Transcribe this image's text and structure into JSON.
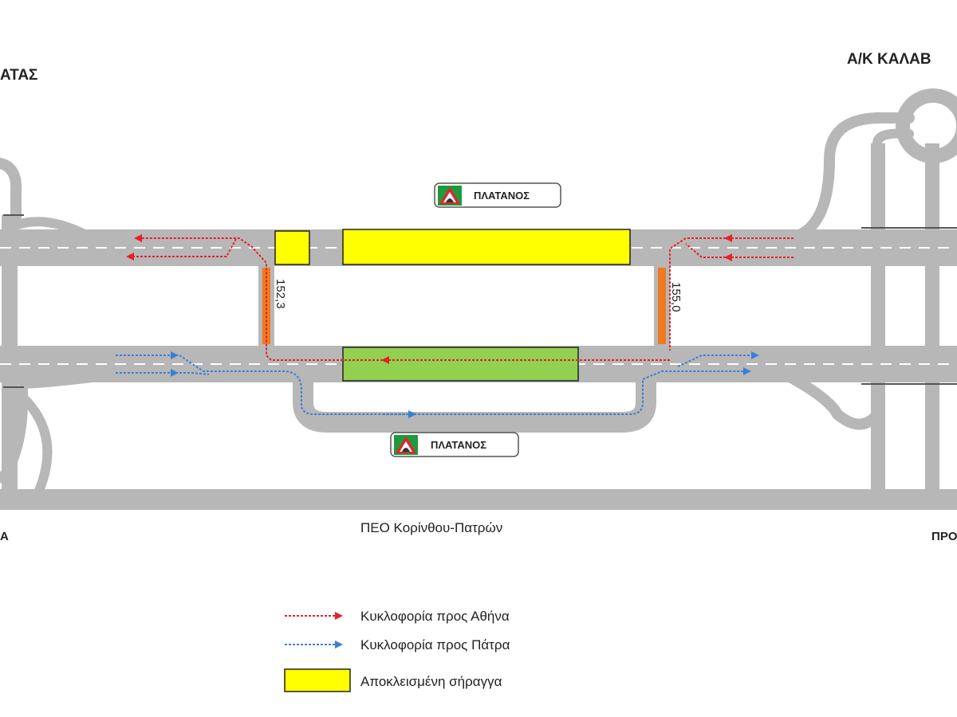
{
  "header": {
    "left_interchange": "ΑΤΑΣ",
    "right_interchange": "Α/Κ ΚΑΛΑΒ"
  },
  "tunnels": {
    "upper_sign": "ΠΛΑΤΑΝΟΣ",
    "lower_sign": "ΠΛΑΤΑΝΟΣ"
  },
  "chainage": {
    "left": "152,3",
    "right": "155,0"
  },
  "roads": {
    "old_national_road": "ΠΕΟ Κορίνθου-Πατρών",
    "left_edge_label": "Α",
    "right_edge_label": "ΠΡΟ"
  },
  "legend": {
    "items": [
      {
        "label": "Κυκλοφορία προς Αθήνα",
        "color": "#e8202a",
        "kind": "arrow"
      },
      {
        "label": "Κυκλοφορία προς Πάτρα",
        "color": "#3b7fd6",
        "kind": "arrow"
      },
      {
        "label": "Αποκλεισμένη σήραγγα",
        "color": "#ffff00",
        "kind": "box"
      }
    ]
  },
  "colors": {
    "road": "#b7b7b7",
    "closed_tunnel": "#ffff00",
    "open_tunnel": "#92d050",
    "crossover": "#f07a1f",
    "athens_traffic": "#e8202a",
    "patra_traffic": "#3b7fd6"
  },
  "icons": {
    "tunnel_sign": "tunnel-warning-icon"
  }
}
